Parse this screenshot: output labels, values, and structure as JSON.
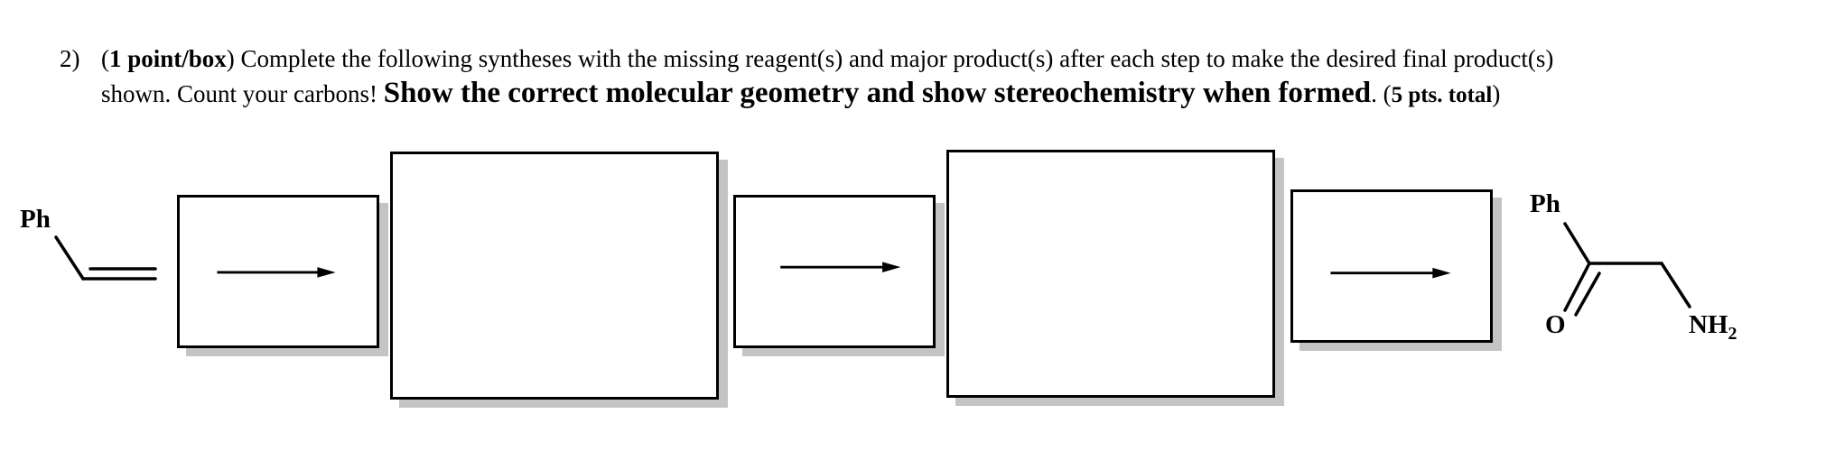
{
  "question": {
    "number": "2)",
    "points_label": "1 point/box",
    "line1_text": " Complete the following syntheses with the missing reagent(s) and major product(s) after each step to make the desired final product(s)",
    "line2_text": "shown.  Count your carbons!  ",
    "emphasis": "Show the correct molecular geometry and show stereochemistry when formed",
    "total_points": "5 pts. total"
  },
  "scheme": {
    "start_label": "Ph",
    "product_ph_label": "Ph",
    "product_o_label": "O",
    "product_nh2_label": "NH",
    "product_nh2_sub": "2"
  }
}
